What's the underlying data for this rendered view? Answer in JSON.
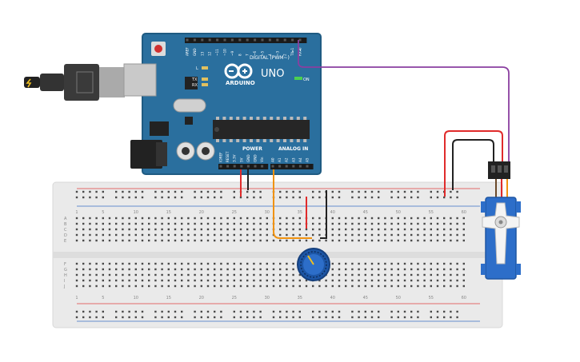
{
  "board": {
    "logo_text": "ARDUINO",
    "model": "UNO",
    "digital_label": "DIGITAL (PWM~)",
    "power_label": "POWER",
    "analog_label": "ANALOG IN",
    "on_label": "ON",
    "led_l": "L",
    "led_tx": "TX",
    "led_rx": "RX",
    "top_pins": [
      "AREF",
      "GND",
      "13",
      "12",
      "~11",
      "~10",
      "~9",
      "8",
      "7",
      "~6",
      "~5",
      "4",
      "~3",
      "2",
      "TX▸1",
      "RX◂0"
    ],
    "power_pins": [
      "IOREF",
      "RESET",
      "3.3V",
      "5V",
      "GND",
      "GND",
      "Vin"
    ],
    "analog_pins": [
      "A0",
      "A1",
      "A2",
      "A3",
      "A4",
      "A5"
    ]
  },
  "breadboard": {
    "column_numbers": [
      "1",
      "5",
      "10",
      "15",
      "20",
      "25",
      "30",
      "35",
      "40",
      "45",
      "50",
      "55",
      "60"
    ],
    "row_letters_top": [
      "A",
      "B",
      "C",
      "D",
      "E"
    ],
    "row_letters_bottom": [
      "F",
      "G",
      "H",
      "I",
      "J"
    ]
  },
  "colors": {
    "board": "#2a6f9e",
    "board_edge": "#1f5b82",
    "breadboard": "#eaeaea",
    "wire_red": "#e02b2b",
    "wire_black": "#222222",
    "wire_orange": "#f0920f",
    "wire_purple": "#8a3fa0",
    "servo_blue": "#2d6ec9",
    "pot_blue": "#1d56a6",
    "rail_red": "#e04040",
    "rail_blue": "#3a6fc4"
  }
}
